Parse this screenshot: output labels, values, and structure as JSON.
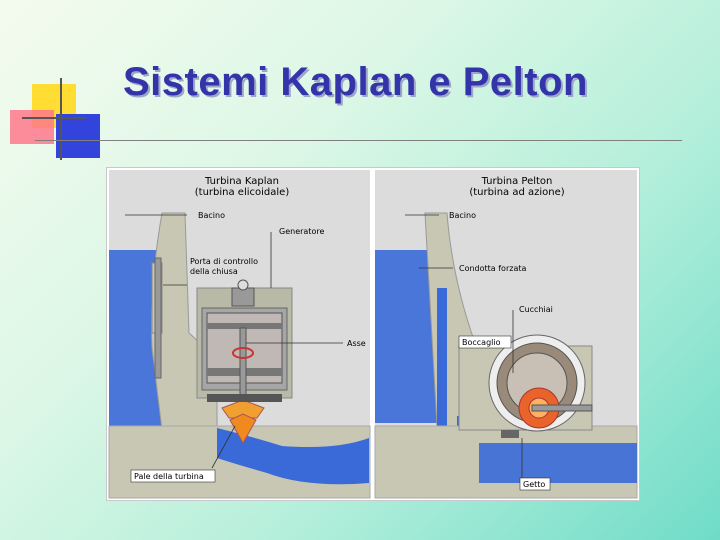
{
  "slide": {
    "title": "Sistemi Kaplan e Pelton"
  },
  "diagram": {
    "kaplan": {
      "heading_line1": "Turbina Kaplan",
      "heading_line2": "(turbina elicoidale)",
      "labels": {
        "bacino": "Bacino",
        "generatore": "Generatore",
        "porta_line1": "Porta di controllo",
        "porta_line2": "della chiusa",
        "asse": "Asse",
        "pale": "Pale della turbina"
      }
    },
    "pelton": {
      "heading_line1": "Turbina Pelton",
      "heading_line2": "(turbina ad azione)",
      "labels": {
        "bacino": "Bacino",
        "condotta": "Condotta forzata",
        "cucchiai": "Cucchiai",
        "boccaglio": "Boccaglio",
        "getto": "Getto"
      }
    }
  },
  "colors": {
    "title": "#3333aa",
    "water": "#3a6ad8",
    "concrete": "#c7c7b4",
    "panel_bg": "#dcdcdc"
  }
}
